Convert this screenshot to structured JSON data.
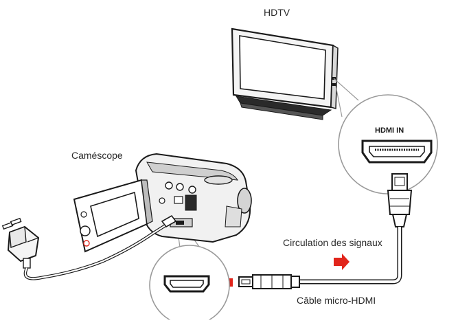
{
  "labels": {
    "hdtv": "HDTV",
    "camcorder": "Caméscope",
    "signal_flow": "Circulation des signaux",
    "cable": "Câble micro-HDMI",
    "port": "HDMI IN"
  },
  "colors": {
    "arrow": "#e1251b",
    "line": "#1a1a1a",
    "cable": "#9a9a9a",
    "port_fill": "#ffffff"
  }
}
